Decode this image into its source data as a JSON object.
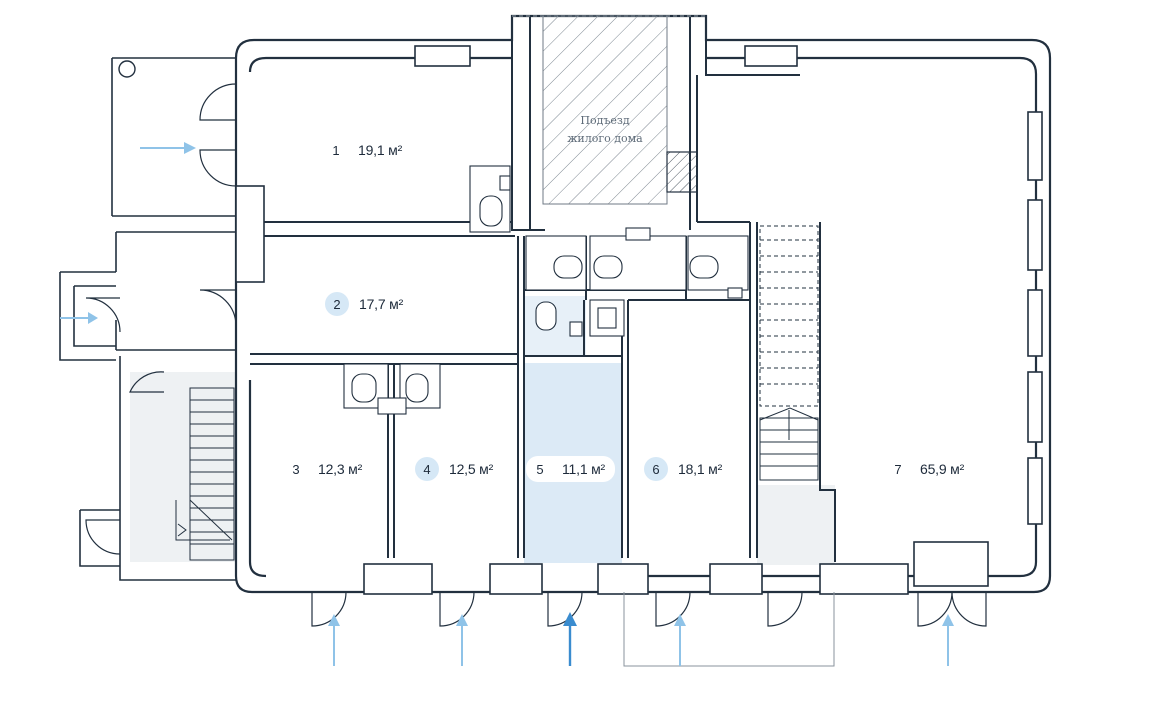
{
  "colors": {
    "wall": "#22303f",
    "accent_light": "#dceaf6",
    "arrow": "#8fc3e8",
    "arrow_active": "#3a8ccf",
    "hatch": "#6f7a85",
    "stair_fill": "#eef1f3"
  },
  "rooms": [
    {
      "num": "1",
      "area": "19,1 м²",
      "highlight": false
    },
    {
      "num": "2",
      "area": "17,7 м²",
      "highlight": true
    },
    {
      "num": "3",
      "area": "12,3 м²",
      "highlight": false
    },
    {
      "num": "4",
      "area": "12,5 м²",
      "highlight": true
    },
    {
      "num": "5",
      "area": "11,1 м²",
      "highlight": false,
      "selected": true
    },
    {
      "num": "6",
      "area": "18,1 м²",
      "highlight": true
    },
    {
      "num": "7",
      "area": "65,9 м²",
      "highlight": false
    }
  ],
  "staircase_label": {
    "line1": "Подъезд",
    "line2": "жилого дома"
  },
  "icons": [
    "entrance-arrow-icon",
    "door-swing-icon",
    "toilet-icon",
    "sink-icon",
    "stair-direction-arrow-icon"
  ]
}
